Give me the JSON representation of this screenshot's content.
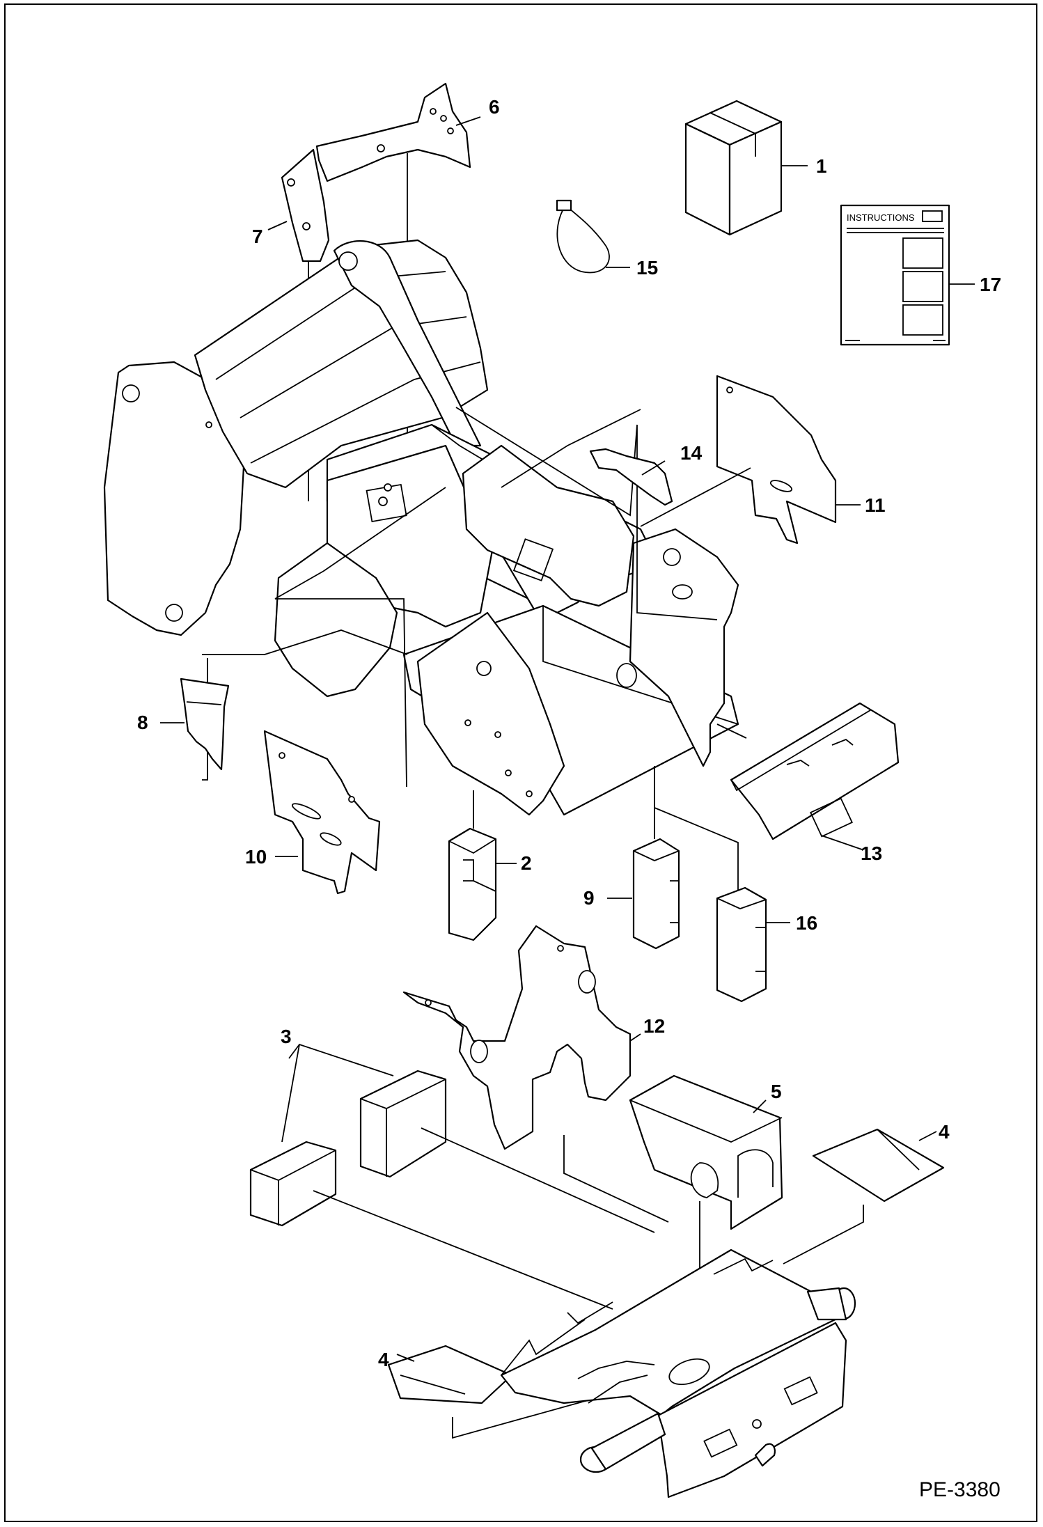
{
  "drawing": {
    "document_number": "PE-3380",
    "instructions_card_title": "INSTRUCTIONS"
  },
  "callouts": [
    {
      "id": "1",
      "label": "1"
    },
    {
      "id": "2",
      "label": "2"
    },
    {
      "id": "3",
      "label": "3"
    },
    {
      "id": "4a",
      "label": "4"
    },
    {
      "id": "4b",
      "label": "4"
    },
    {
      "id": "5",
      "label": "5"
    },
    {
      "id": "6",
      "label": "6"
    },
    {
      "id": "7",
      "label": "7"
    },
    {
      "id": "8",
      "label": "8"
    },
    {
      "id": "9",
      "label": "9"
    },
    {
      "id": "10",
      "label": "10"
    },
    {
      "id": "11",
      "label": "11"
    },
    {
      "id": "12",
      "label": "12"
    },
    {
      "id": "13",
      "label": "13"
    },
    {
      "id": "14",
      "label": "14"
    },
    {
      "id": "15",
      "label": "15"
    },
    {
      "id": "16",
      "label": "16"
    },
    {
      "id": "17",
      "label": "17"
    }
  ]
}
